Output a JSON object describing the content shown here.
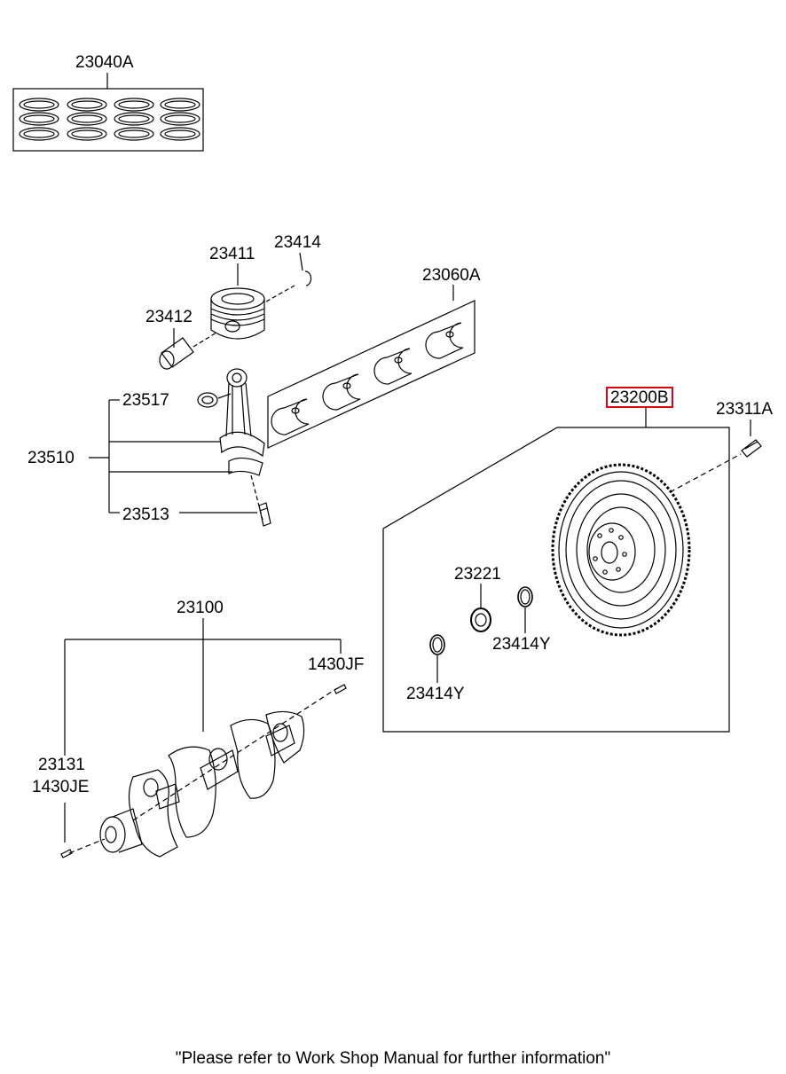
{
  "labels": {
    "p23040A": "23040A",
    "p23414_top": "23414",
    "p23411": "23411",
    "p23060A": "23060A",
    "p23412": "23412",
    "p23517": "23517",
    "p23510": "23510",
    "p23513": "23513",
    "p23200B": "23200B",
    "p23311A": "23311A",
    "p23221": "23221",
    "p23414Y_a": "23414Y",
    "p23414Y_b": "23414Y",
    "p23100": "23100",
    "p1430JF": "1430JF",
    "p23131": "23131",
    "p1430JE": "1430JE"
  },
  "highlighted_part": "23200B",
  "highlight_color": "#e0000f",
  "footer_note": "\"Please refer to Work Shop Manual for further information\""
}
